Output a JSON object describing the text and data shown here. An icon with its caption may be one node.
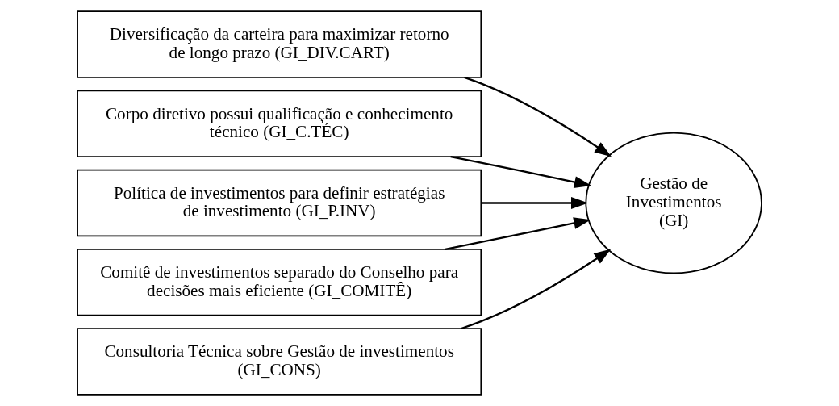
{
  "diagram": {
    "nodes": [
      {
        "text": [
          "Diversificação da carteira para maximizar retorno de longo prazo (GI_DIV.CART)"
        ]
      },
      {
        "text": [
          "Corpo diretivo possui qualificação e conhecimento técnico (GI_C.TÉC)"
        ]
      },
      {
        "text": [
          "Política de investimentos para definir estratégias de investimento (GI_P.INV)"
        ]
      },
      {
        "text": [
          "Comitê de investimentos separado do Conselho para decisões mais eficiente (GI_COMITÊ)"
        ]
      },
      {
        "text": [
          "Consultoria Técnica sobre Gestão de investimentos (GI_CONS)"
        ]
      },
      {
        "text": [
          "Gestão de Investimentos (GI)"
        ]
      }
    ],
    "edges": [
      {
        "from": 0,
        "to": 5,
        "arrow": "to"
      },
      {
        "from": 1,
        "to": 5,
        "arrow": "to"
      },
      {
        "from": 2,
        "to": 5,
        "arrow": "to"
      },
      {
        "from": 3,
        "to": 5,
        "arrow": "to"
      },
      {
        "from": 4,
        "to": 5,
        "arrow": "to"
      }
    ]
  }
}
